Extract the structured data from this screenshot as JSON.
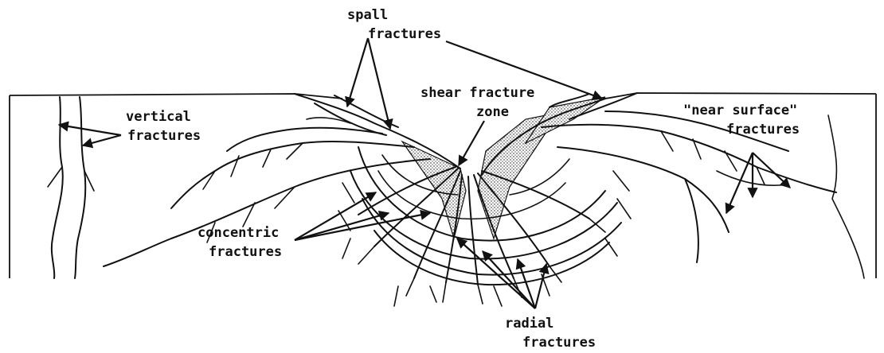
{
  "labels": {
    "spall_line1": "spall",
    "spall_line2": "fractures",
    "vertical_line1": "vertical",
    "vertical_line2": "fractures",
    "shear_line1": "shear fracture",
    "shear_line2": "zone",
    "near_surface_line1": "\"near surface\"",
    "near_surface_line2": "fractures",
    "concentric_line1": "concentric",
    "concentric_line2": "fractures",
    "radial_line1": "radial",
    "radial_line2": "fractures"
  },
  "colors": {
    "ink": "#111111",
    "background": "#ffffff"
  }
}
